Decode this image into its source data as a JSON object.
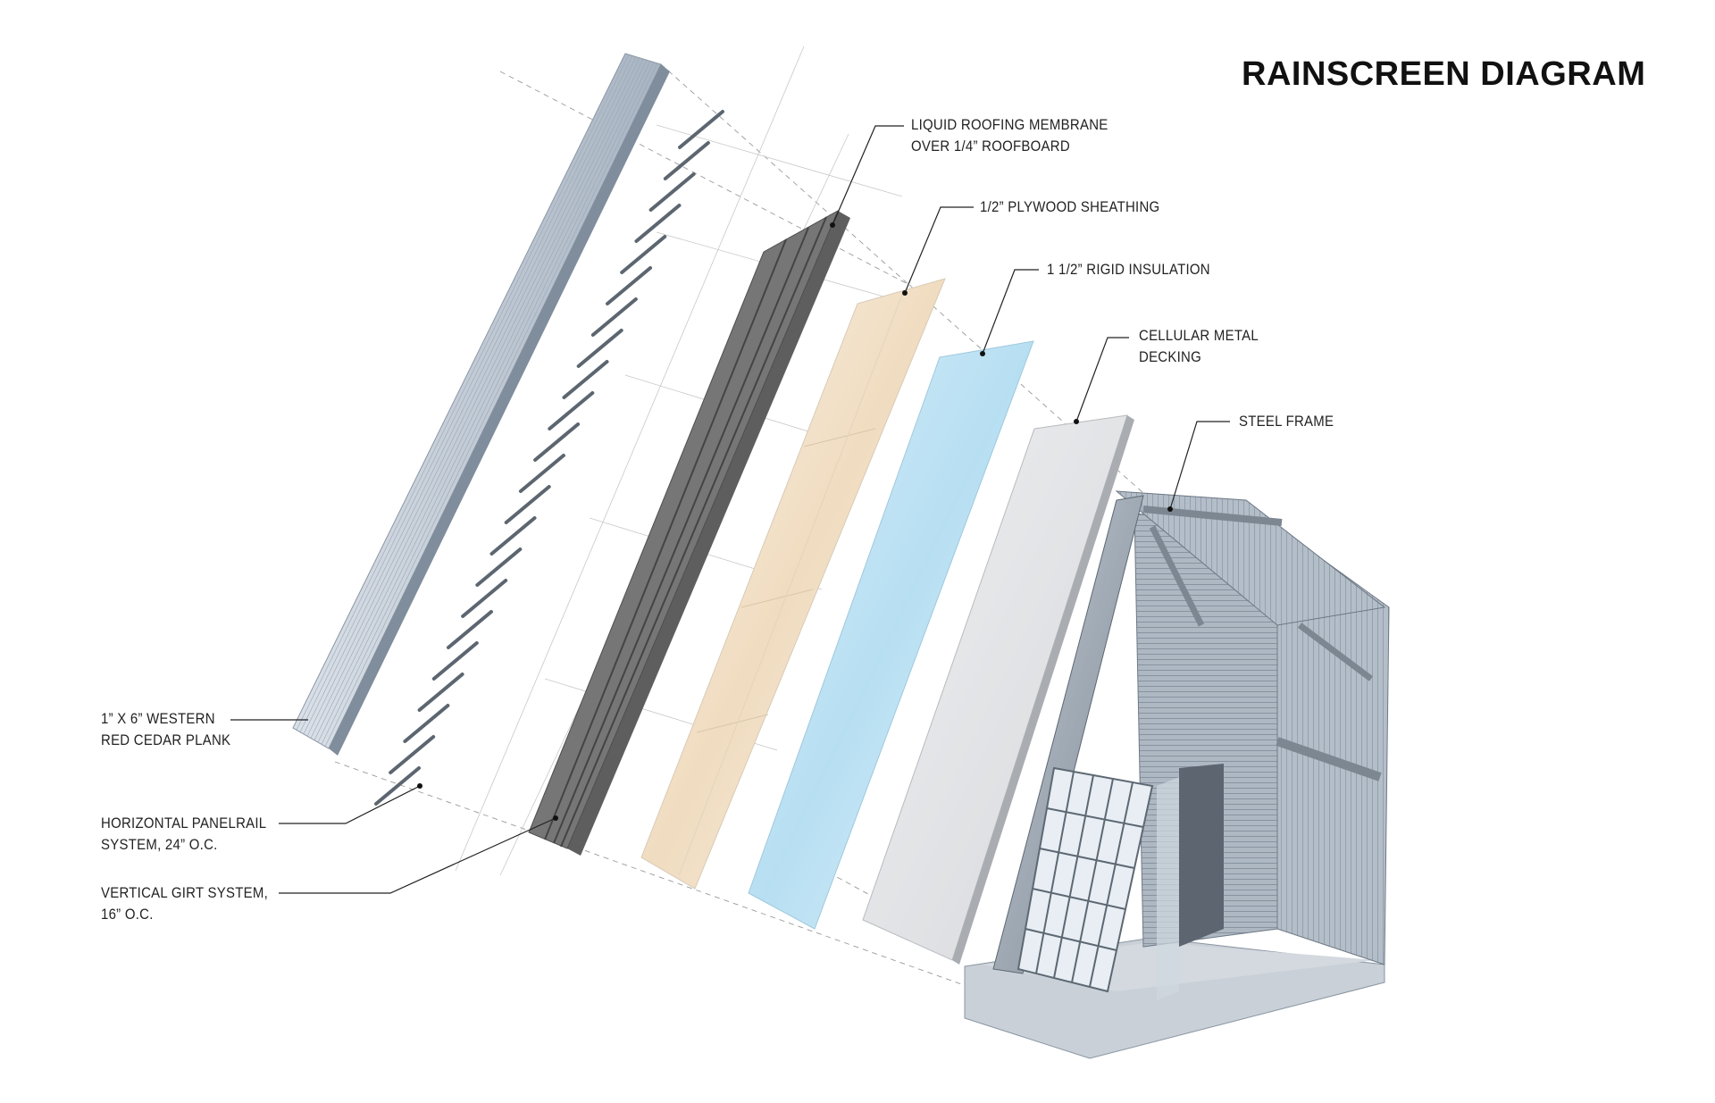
{
  "title": "RAINSCREEN DIAGRAM",
  "labels": {
    "cedar_plank": {
      "line1": "1” X 6” WESTERN",
      "line2": "RED CEDAR PLANK"
    },
    "panelrail": {
      "line1": "HORIZONTAL PANELRAIL",
      "line2": "SYSTEM, 24” O.C."
    },
    "girt": {
      "line1": "VERTICAL GIRT SYSTEM,",
      "line2": "16” O.C."
    },
    "roofing_membrane": {
      "line1": "LIQUID ROOFING MEMBRANE",
      "line2": "OVER 1/4” ROOFBOARD"
    },
    "plywood": {
      "line1": "1/2” PLYWOOD SHEATHING"
    },
    "insulation": {
      "line1": "1 1/2” RIGID INSULATION"
    },
    "metal_decking": {
      "line1": "CELLULAR METAL",
      "line2": "DECKING"
    },
    "steel_frame": {
      "line1": "STEEL FRAME"
    }
  },
  "colors": {
    "cedar": "#b9c3cf",
    "girt": "#6e6e6e",
    "plywood": "#f1e4cf",
    "insulation": "#bfe2f3",
    "decking": "#e3e4e6",
    "steel": "#9aa4ae",
    "leader": "#222222"
  }
}
